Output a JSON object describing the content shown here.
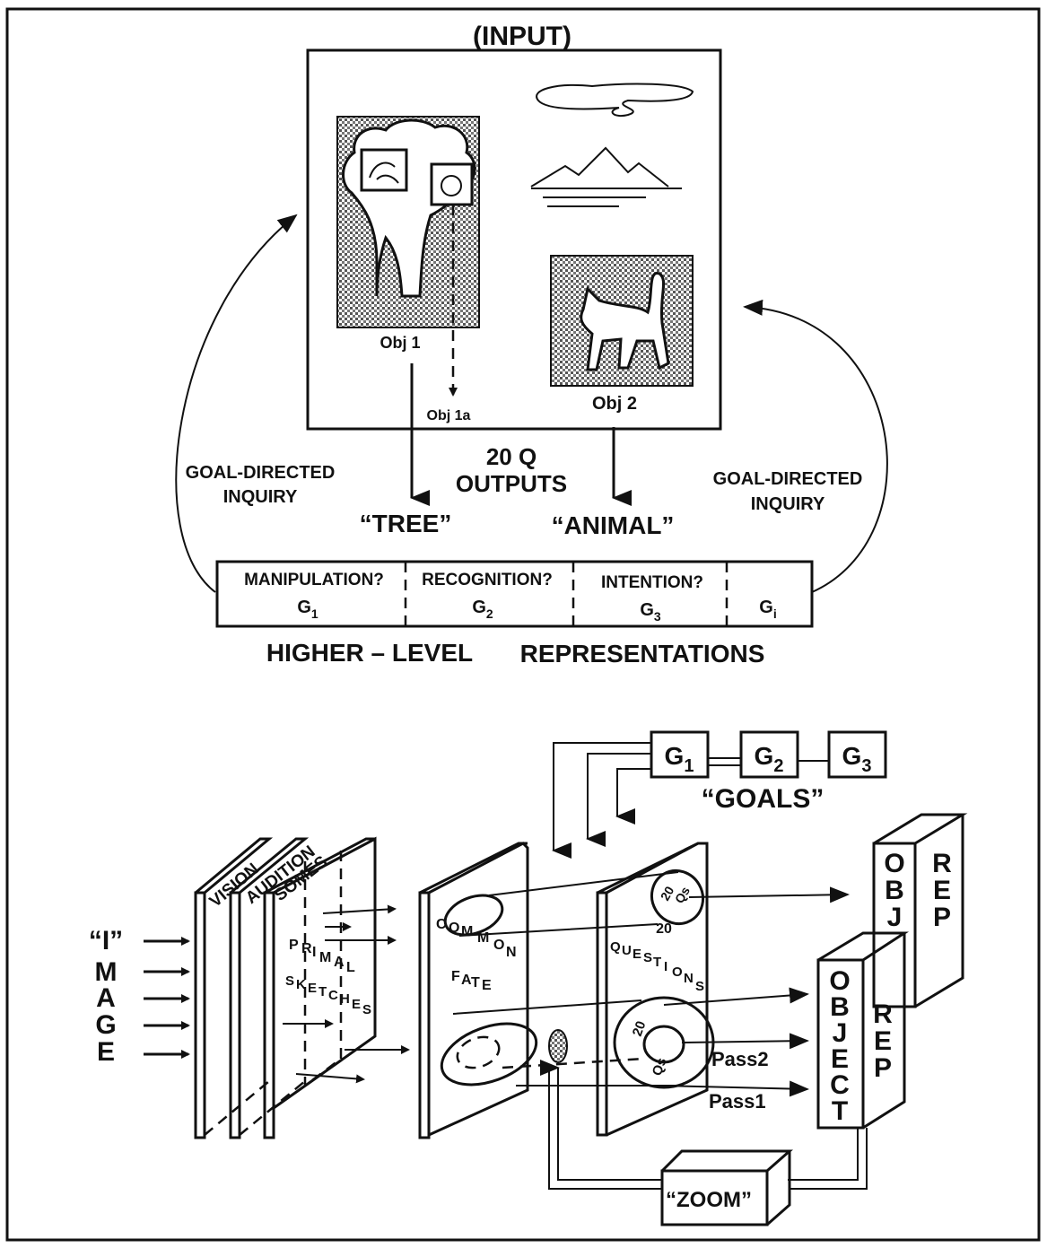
{
  "top": {
    "input_label": "(INPUT)",
    "obj1_label": "Obj 1",
    "obj1a_label": "Obj 1a",
    "obj2_label": "Obj 2",
    "outputs_line1": "20 Q",
    "outputs_line2": "OUTPUTS",
    "tree_label": "“TREE”",
    "animal_label": "“ANIMAL”",
    "inquiry_left_line1": "GOAL-DIRECTED",
    "inquiry_left_line2": "INQUIRY",
    "inquiry_right_line1": "GOAL-DIRECTED",
    "inquiry_right_line2": "INQUIRY",
    "goals": [
      {
        "q": "MANIPULATION?",
        "g": "G",
        "sub": "1"
      },
      {
        "q": "RECOGNITION?",
        "g": "G",
        "sub": "2"
      },
      {
        "q": "INTENTION?",
        "g": "G",
        "sub": "3"
      },
      {
        "q": "",
        "g": "G",
        "sub": "i"
      }
    ],
    "higher_level": "HIGHER – LEVEL",
    "representations": "REPRESENTATIONS"
  },
  "bottom": {
    "goal_boxes": [
      {
        "g": "G",
        "sub": "1"
      },
      {
        "g": "G",
        "sub": "2"
      },
      {
        "g": "G",
        "sub": "3"
      }
    ],
    "goals_label": "“GOALS”",
    "image_quote": "“I”",
    "image_letters": [
      "M",
      "A",
      "G",
      "E"
    ],
    "modalities": [
      "VISION",
      "AUDITION",
      "SOMES"
    ],
    "primal_sketches": [
      "P",
      "R",
      "I",
      "M",
      "A",
      "L"
    ],
    "sketches": [
      "S",
      "K",
      "E",
      "T",
      "C",
      "H",
      "E",
      "S"
    ],
    "common_fate": [
      "C",
      "O",
      "M",
      "M",
      "O",
      "N"
    ],
    "fate": [
      "F",
      "A",
      "T",
      "E"
    ],
    "twenty": "20",
    "questions": [
      "Q",
      "U",
      "E",
      "S",
      "T",
      "I",
      "O",
      "N",
      "S"
    ],
    "small_20": "20",
    "small_qs": "Qs",
    "pass2": "Pass2",
    "pass1": "Pass1",
    "obj_rep_col1": [
      "O",
      "B",
      "J"
    ],
    "obj_rep_col2": [
      "R",
      "E",
      "P"
    ],
    "object_col": [
      "O",
      "B",
      "J",
      "E",
      "C",
      "T"
    ],
    "object_rep_col": [
      "R",
      "E",
      "P"
    ],
    "zoom": "“ZOOM”"
  }
}
